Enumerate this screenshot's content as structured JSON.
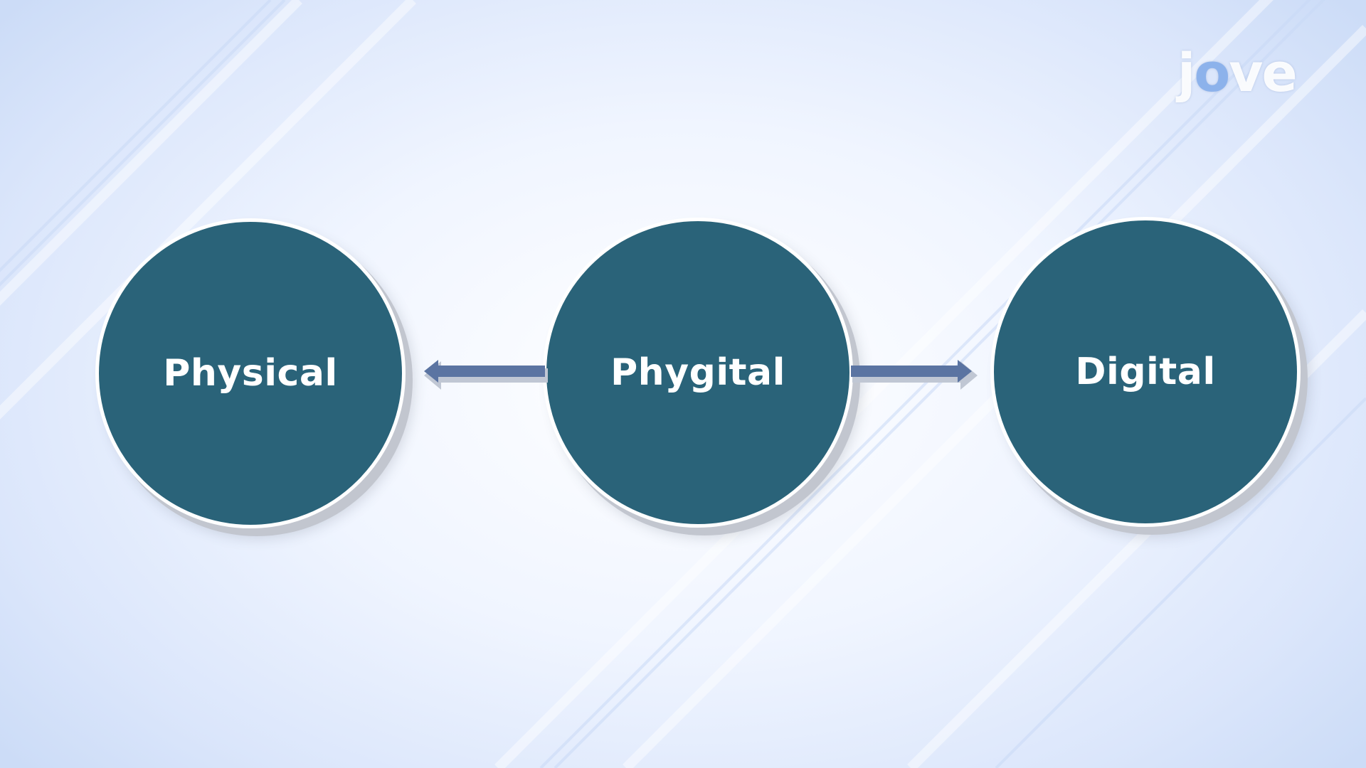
{
  "logo": {
    "text_start": "j",
    "text_bubble": "o",
    "text_end": "ve"
  },
  "diagram": {
    "nodes": [
      {
        "id": "physical",
        "label": "Physical"
      },
      {
        "id": "phygital",
        "label": "Phygital"
      },
      {
        "id": "digital",
        "label": "Digital"
      }
    ],
    "edges": [
      {
        "from": "phygital",
        "to": "physical"
      },
      {
        "from": "phygital",
        "to": "digital"
      }
    ]
  },
  "colors": {
    "node_fill": "#2a6379",
    "node_border": "#ffffff",
    "arrow": "#5b74a2",
    "background": "#dbe6fb"
  }
}
